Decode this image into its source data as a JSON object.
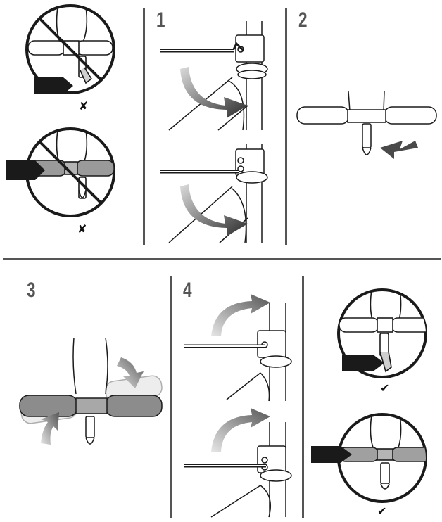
{
  "steps": [
    {
      "number": "1"
    },
    {
      "number": "2"
    },
    {
      "number": "3"
    },
    {
      "number": "4"
    }
  ],
  "marks": {
    "wrong": "✘",
    "right": "✔"
  },
  "colors": {
    "line": "#1a1a1a",
    "grip": "#8c8c8c",
    "grip_light": "#b8b8b8",
    "arrow_dark": "#1a1a1a",
    "arrow_grey": "#7a7a7a",
    "divider": "#555555",
    "number": "#555555"
  }
}
